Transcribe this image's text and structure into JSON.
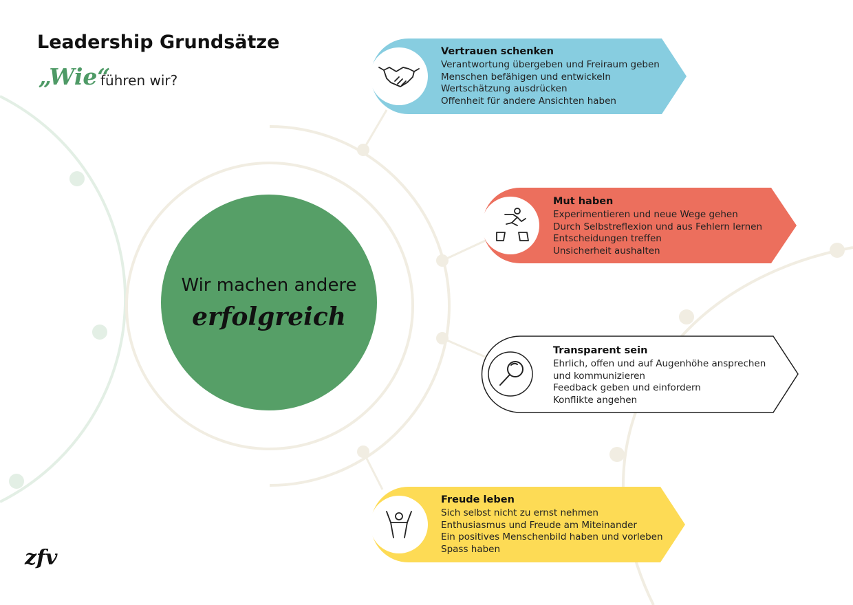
{
  "header": {
    "title": "Leadership Grundsätze",
    "wie": "„Wie“",
    "subtitle": "führen wir?"
  },
  "center": {
    "line1": "Wir machen andere",
    "line2": "erfolgreich",
    "color": "#569f67"
  },
  "cards": [
    {
      "title": "Vertrauen schenken",
      "lines": [
        "Verantwortung übergeben und Freiraum geben",
        "Menschen befähigen und entwickeln",
        "Wertschätzung ausdrücken",
        "Offenheit für andere Ansichten haben"
      ],
      "color": "#87cde0",
      "icon": "handshake-icon"
    },
    {
      "title": "Mut haben",
      "lines": [
        "Experimentieren und neue Wege gehen",
        "Durch Selbstreflexion und aus Fehlern lernen",
        "Entscheidungen treffen",
        "Unsicherheit aushalten"
      ],
      "color": "#ec6f5d",
      "icon": "leap-icon"
    },
    {
      "title": "Transparent sein",
      "lines": [
        "Ehrlich, offen und auf Augenhöhe ansprechen",
        "und kommunizieren",
        "Feedback geben und einfordern",
        "Konflikte angehen"
      ],
      "color": "#ffffff",
      "icon": "magnifier-icon"
    },
    {
      "title": "Freude leben",
      "lines": [
        "Sich selbst nicht zu ernst nehmen",
        "Enthusiasmus und Freude am Miteinander",
        "Ein positives Menschenbild haben und vorleben",
        "Spass haben"
      ],
      "color": "#fddb55",
      "icon": "cheering-person-icon"
    }
  ],
  "logo": {
    "text": "zfv"
  },
  "colors": {
    "ring": "#f1ede2",
    "green_ring": "#e3efe5",
    "title": "#111111",
    "wie": "#4e9a66"
  }
}
